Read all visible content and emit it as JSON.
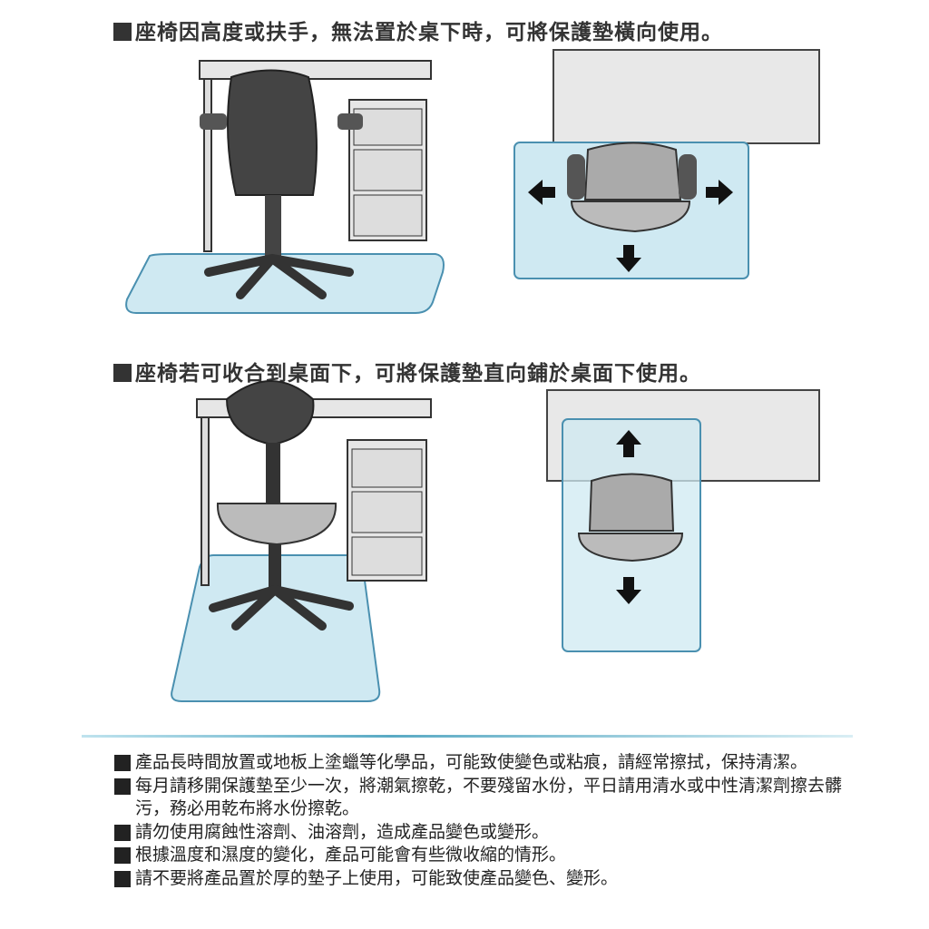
{
  "sections": [
    {
      "heading": "座椅因高度或扶手，無法置於桌下時，可將保護墊橫向使用。"
    },
    {
      "heading": "座椅若可收合到桌面下，可將保護墊直向鋪於桌面下使用。"
    }
  ],
  "notes": [
    "產品長時間放置或地板上塗蠟等化學品，可能致使變色或粘痕，請經常擦拭，保持清潔。",
    "每月請移開保護墊至少一次，將潮氣擦乾，不要殘留水份，平日請用清水或中性清潔劑擦去髒污，務必用乾布將水份擦乾。",
    "請勿使用腐蝕性溶劑、油溶劑，造成產品變色或變形。",
    "根據溫度和濕度的變化，產品可能會有些微收縮的情形。",
    "請不要將產品置於厚的墊子上使用，可能致使產品變色、變形。"
  ],
  "colors": {
    "mat": "#cfe9f2",
    "mat_border": "#4a90b0",
    "desk": "#e6e6e6",
    "chair": "#444444",
    "text": "#222222"
  }
}
